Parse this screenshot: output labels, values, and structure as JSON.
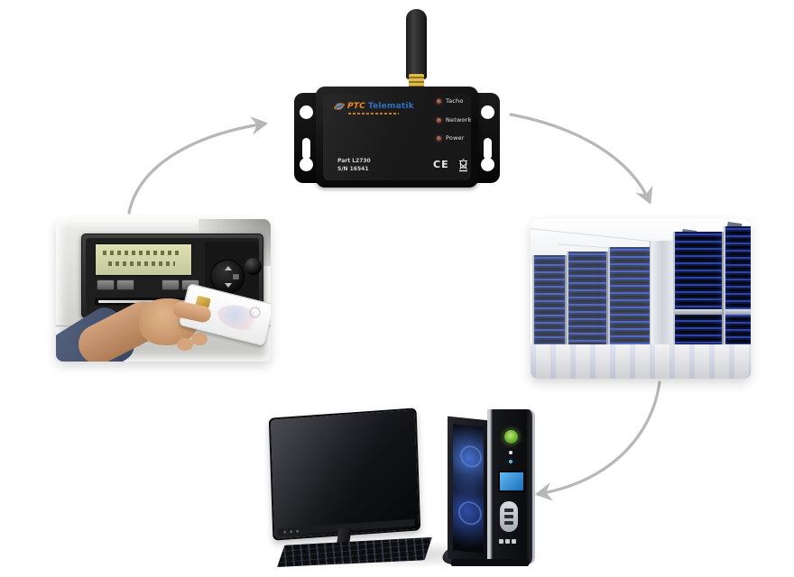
{
  "diagram": {
    "description": "Telematics data flow: tachograph card insertion to PTC Telematik device to data-center servers to office computer",
    "flow": [
      {
        "from": "tachograph",
        "to": "telematics-device"
      },
      {
        "from": "telematics-device",
        "to": "server-rack"
      },
      {
        "from": "server-rack",
        "to": "desktop-computer"
      }
    ],
    "arrow_color": "#b7b7b7"
  },
  "device": {
    "brand": {
      "primary": "PTC",
      "secondary": "Telematik"
    },
    "leds": [
      {
        "label": "Tacho"
      },
      {
        "label": "Network"
      },
      {
        "label": "Power"
      }
    ],
    "part_number": "Part L2730",
    "serial_number": "S/N 16541",
    "ce_mark": "CE",
    "colors": {
      "brand_orange": "#f08a1e",
      "brand_blue": "#2f6fc1",
      "led_dot": "#8a5247",
      "antenna_gold": "#c8a62e",
      "case_black": "#0a0a0a"
    }
  },
  "nodes": {
    "tachograph": {
      "type": "photo",
      "subject": "digital tachograph with hand inserting driver card"
    },
    "server_rack": {
      "type": "photo",
      "subject": "data center server racks with blue LEDs"
    },
    "desktop_computer": {
      "type": "photo",
      "subject": "black desktop PC with monitor, keyboard and mouse"
    }
  }
}
